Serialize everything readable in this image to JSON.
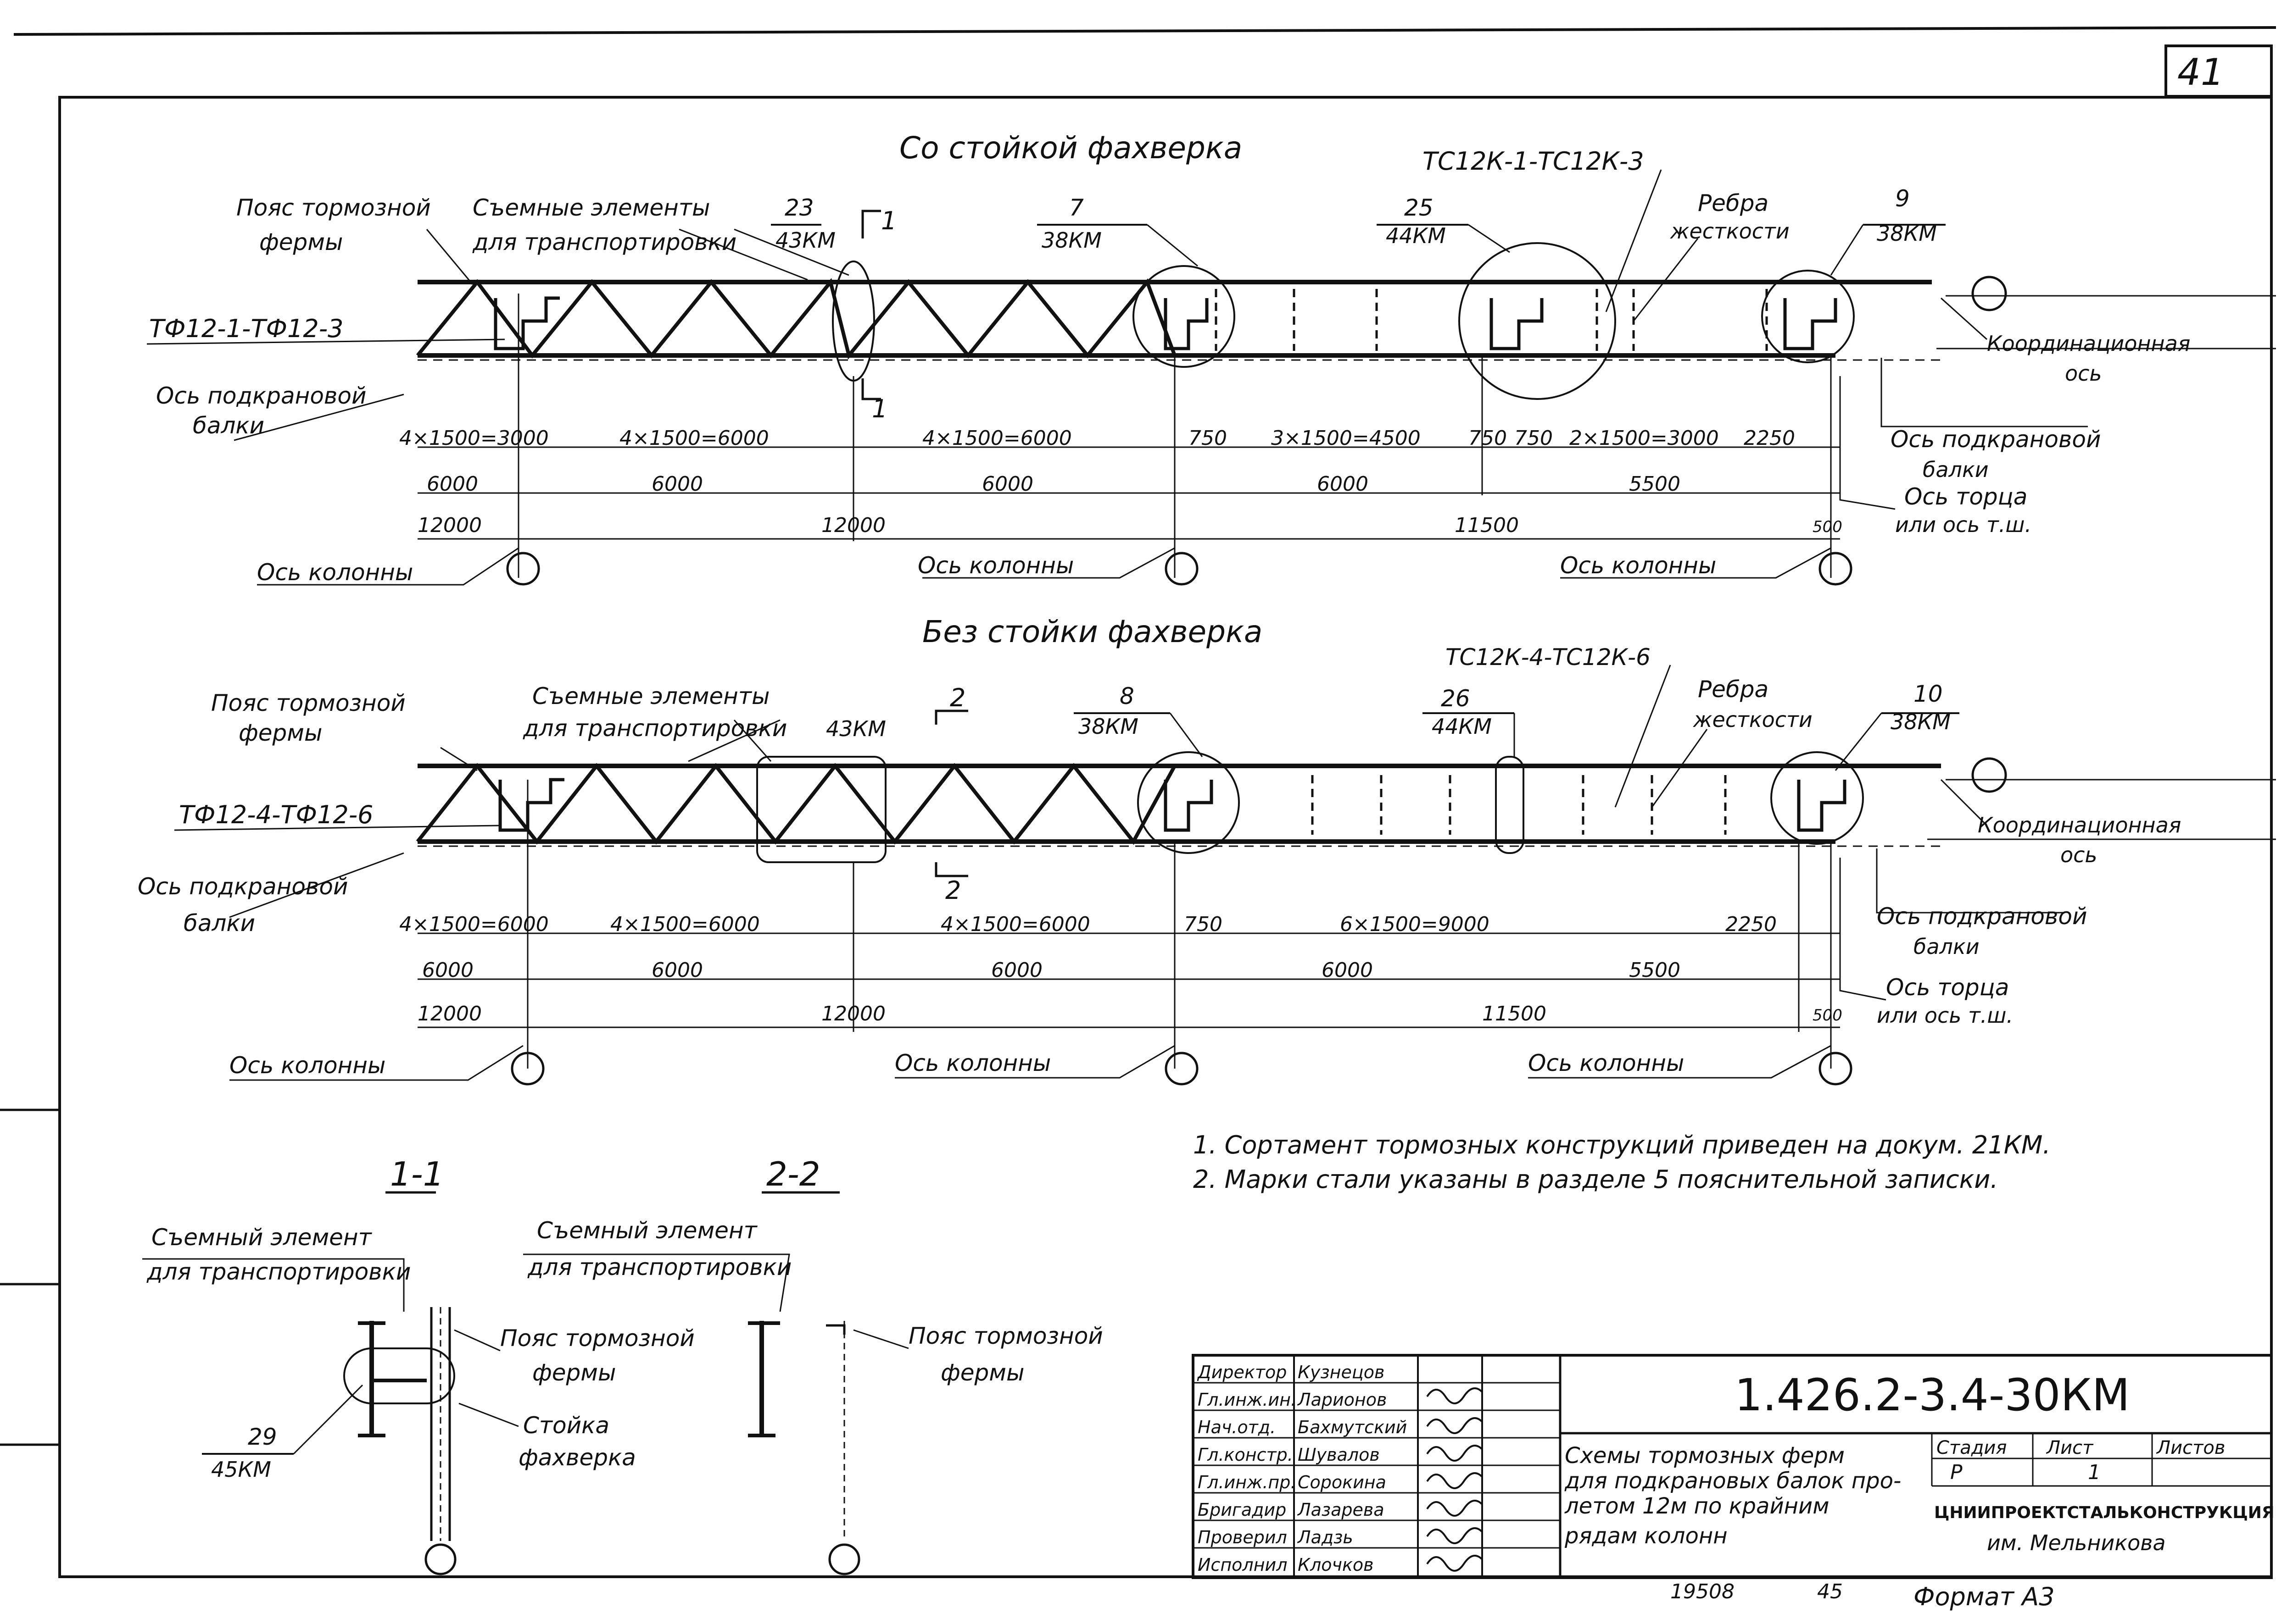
{
  "sheet_number": "41",
  "top_diagram": {
    "title": "Со стойкой фахверка",
    "truss_marks": "ТС12К-1-ТС12К-3",
    "frame_marks": "ТФ12-1-ТФ12-3",
    "belt_label": [
      "Пояс тормозной",
      "фермы"
    ],
    "removable_label": [
      "Съемные элементы",
      "для транспортировки"
    ],
    "ribs_label": [
      "Ребра",
      "жесткости"
    ],
    "callouts": [
      {
        "num": "23",
        "doc": "43КМ"
      },
      {
        "num": "7",
        "doc": "38КМ"
      },
      {
        "num": "25",
        "doc": "44КМ"
      },
      {
        "num": "9",
        "doc": "38КМ"
      }
    ],
    "section_mark": "1",
    "coord_axis": [
      "Координационная",
      "ось"
    ],
    "crane_axis_left": [
      "Ось подкрановой",
      "балки"
    ],
    "crane_axis_right": [
      "Ось подкрановой",
      "балки"
    ],
    "end_axis": [
      "Ось торца",
      "или ось т.ш."
    ],
    "dims_row1": [
      "4×1500=3000",
      "4×1500=6000",
      "4×1500=6000",
      "750",
      "3×1500=4500",
      "750",
      "750",
      "2×1500=3000",
      "2250"
    ],
    "dims_row2": [
      "6000",
      "6000",
      "6000",
      "6000",
      "5500"
    ],
    "dims_row3": [
      "12000",
      "12000",
      "11500",
      "500"
    ],
    "column_axis": [
      "Ось колонны",
      "Ось колонны",
      "Ось колонны"
    ]
  },
  "bottom_diagram": {
    "title": "Без стойки фахверка",
    "truss_marks": "ТС12К-4-ТС12К-6",
    "frame_marks": "ТФ12-4-ТФ12-6",
    "belt_label": [
      "Пояс тормозной",
      "фермы"
    ],
    "removable_label": [
      "Съемные элементы",
      "для транспортировки"
    ],
    "ribs_label": [
      "Ребра",
      "жесткости"
    ],
    "callouts": [
      {
        "num": "",
        "doc": "43КМ"
      },
      {
        "num": "8",
        "doc": "38КМ"
      },
      {
        "num": "26",
        "doc": "44КМ"
      },
      {
        "num": "10",
        "doc": "38КМ"
      }
    ],
    "section_mark": "2",
    "coord_axis": [
      "Координационная",
      "ось"
    ],
    "crane_axis_left": [
      "Ось подкрановой",
      "балки"
    ],
    "crane_axis_right": [
      "Ось подкрановой",
      "балки"
    ],
    "end_axis": [
      "Ось торца",
      "или ось т.ш."
    ],
    "dims_row1": [
      "4×1500=6000",
      "4×1500=6000",
      "4×1500=6000",
      "750",
      "6×1500=9000",
      "2250"
    ],
    "dims_row2": [
      "6000",
      "6000",
      "6000",
      "6000",
      "5500"
    ],
    "dims_row3": [
      "12000",
      "12000",
      "11500",
      "500"
    ],
    "column_axis": [
      "Ось колонны",
      "Ось колонны",
      "Ось колонны"
    ]
  },
  "notes": [
    "1. Сортамент тормозных конструкций приведен на докум. 21КМ.",
    "2. Марки стали указаны в разделе 5 пояснительной записки."
  ],
  "section_1_1": {
    "title": "1-1",
    "removable": [
      "Съемный элемент",
      "для транспортировки"
    ],
    "belt": [
      "Пояс тормозной",
      "фермы"
    ],
    "post": [
      "Стойка",
      "фахверка"
    ],
    "callout_num": "29",
    "callout_doc": "45КМ"
  },
  "section_2_2": {
    "title": "2-2",
    "removable": [
      "Съемный элемент",
      "для транспортировки"
    ],
    "belt": [
      "Пояс тормозной",
      "фермы"
    ]
  },
  "title_block": {
    "code": "1.426.2-3.4-30КМ",
    "rows": [
      {
        "role": "Директор",
        "name": "Кузнецов"
      },
      {
        "role": "Гл.инж.ин.",
        "name": "Ларионов"
      },
      {
        "role": "Нач.отд.",
        "name": "Бахмутский"
      },
      {
        "role": "Гл.констр.",
        "name": "Шувалов"
      },
      {
        "role": "Гл.инж.пр.",
        "name": "Сорокина"
      },
      {
        "role": "Бригадир",
        "name": "Лазарева"
      },
      {
        "role": "Проверил",
        "name": "Ладзь"
      },
      {
        "role": "Исполнил",
        "name": "Клочков"
      }
    ],
    "description": [
      "Схемы тормозных ферм",
      "для подкрановых балок про-",
      "летом 12м по крайним",
      "рядам колонн"
    ],
    "stage_label": "Стадия",
    "sheet_label": "Лист",
    "sheets_label": "Листов",
    "stage": "Р",
    "sheet": "1",
    "sheets": "",
    "org": [
      "ЦНИИПРОЕКТСТАЛЬКОНСТРУКЦИЯ",
      "им. Мельникова"
    ]
  },
  "bottom_numbers": [
    "19508",
    "45"
  ],
  "format": "Формат А3"
}
